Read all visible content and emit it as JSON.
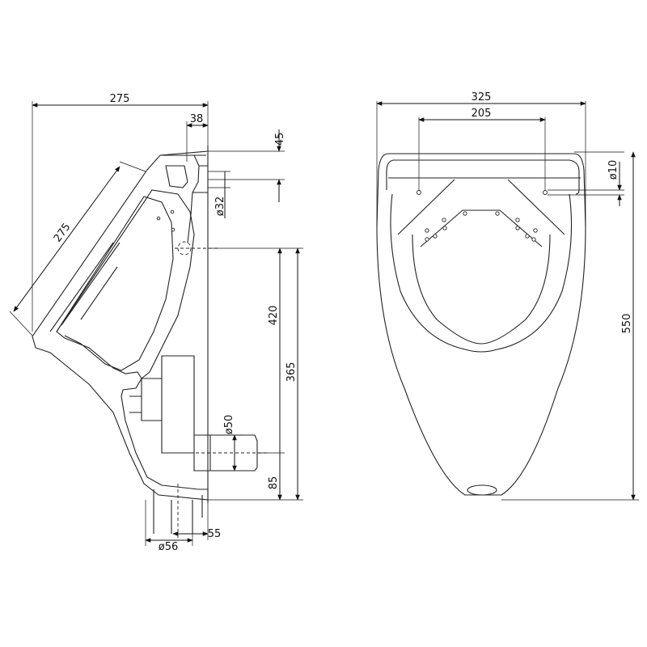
{
  "side_view": {
    "dims": {
      "overall_depth": "275",
      "top_offset": "38",
      "top_height": "45",
      "inlet_diameter": "ø32",
      "slant_length": "275",
      "inlet_height": "420",
      "outlet_height": "365",
      "outlet_diameter": "ø50",
      "bottom_height": "85",
      "waste_diameter": "ø56",
      "waste_offset": "55"
    }
  },
  "front_view": {
    "dims": {
      "overall_width": "325",
      "hole_spacing": "205",
      "hole_diameter": "ø10",
      "overall_height": "550"
    }
  }
}
